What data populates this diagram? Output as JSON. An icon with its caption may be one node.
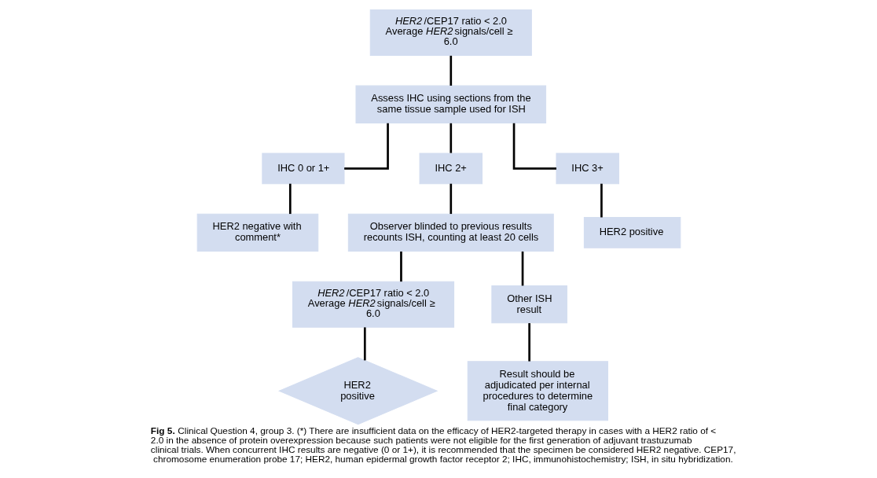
{
  "diagram": {
    "caption": "**Fig 5.** Clinical Question 4, group 3. (*) There are insufficient data on the efficacy of HER2-targeted therapy in cases with a HER2 ratio of < 2.0 in the absence of protein overexpression because such patients were not eligible for the first generation of adjuvant trastuzumab clinical trials. When concurrent IHC results are negative (0 or 1+), it is recommended that the specimen be considered HER2 negative. CEP17, chromosome enumeration probe 17; HER2, human epidermal growth factor receptor 2; IHC, immunohistochemistry; ISH, in situ hybridization.",
    "nodes": [
      {
        "text": [
          "*HER2*/CEP17 ratio < 2.0 Average *HER2* signals/cell ≥ 6.0"
        ]
      },
      {
        "text": [
          "Assess IHC using sections from the same tissue sample used for ISH"
        ]
      },
      {
        "text": [
          "IHC 0 or 1+"
        ]
      },
      {
        "text": [
          "IHC 2+"
        ]
      },
      {
        "text": [
          "IHC 3+"
        ]
      },
      {
        "text": [
          "HER2 negative with comment*"
        ]
      },
      {
        "text": [
          "Observer blinded to previous results recounts ISH, counting at least 20 cells"
        ]
      },
      {
        "text": [
          "HER2 positive"
        ]
      },
      {
        "text": [
          "*HER2*/CEP17 ratio < 2.0 Average *HER2* signals/cell ≥ 6.0"
        ]
      },
      {
        "text": [
          "Other ISH result"
        ]
      },
      {
        "text": [
          "HER2 positive"
        ]
      },
      {
        "text": [
          "Result should be adjudicated per internal procedures to determine final category"
        ]
      }
    ],
    "edges": [
      {
        "from": 0,
        "to": 1,
        "arrow": "none"
      },
      {
        "from": 1,
        "to": 2,
        "arrow": "none"
      },
      {
        "from": 1,
        "to": 3,
        "arrow": "none"
      },
      {
        "from": 1,
        "to": 4,
        "arrow": "none"
      },
      {
        "from": 2,
        "to": 5,
        "arrow": "none"
      },
      {
        "from": 3,
        "to": 6,
        "arrow": "none"
      },
      {
        "from": 4,
        "to": 7,
        "arrow": "none"
      },
      {
        "from": 6,
        "to": 8,
        "arrow": "none"
      },
      {
        "from": 6,
        "to": 9,
        "arrow": "none"
      },
      {
        "from": 8,
        "to": 10,
        "arrow": "none"
      },
      {
        "from": 9,
        "to": 11,
        "arrow": "none"
      }
    ]
  }
}
